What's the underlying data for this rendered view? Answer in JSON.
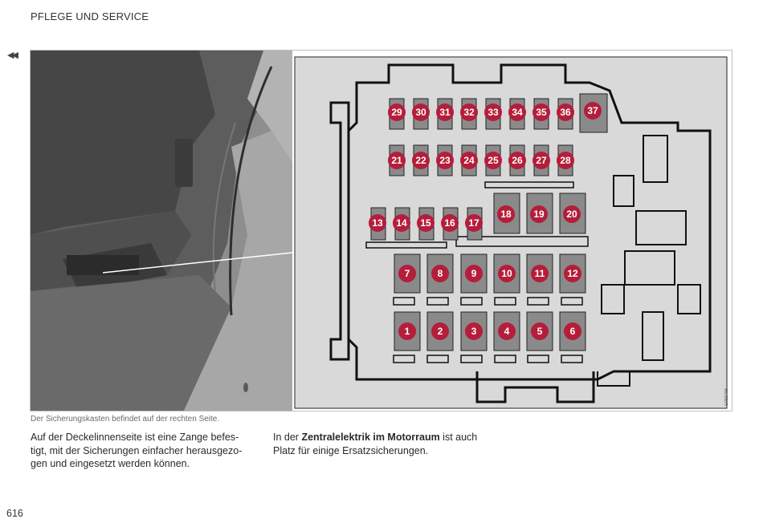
{
  "header": {
    "section_title": "PFLEGE UND SERVICE",
    "back_icon": "double-chevron-left-icon"
  },
  "figure": {
    "reference_code": "G055788",
    "fuse_numbers_row1": [
      "29",
      "30",
      "31",
      "32",
      "33",
      "34",
      "35",
      "36",
      "37"
    ],
    "fuse_numbers_row2": [
      "21",
      "22",
      "23",
      "24",
      "25",
      "26",
      "27",
      "28"
    ],
    "fuse_numbers_row3_small": [
      "13",
      "14",
      "15",
      "16",
      "17"
    ],
    "fuse_numbers_row3_large": [
      "18",
      "19",
      "20"
    ],
    "fuse_numbers_row4": [
      "7",
      "8",
      "9",
      "10",
      "11",
      "12"
    ],
    "fuse_numbers_row5": [
      "1",
      "2",
      "3",
      "4",
      "5",
      "6"
    ],
    "colors": {
      "marker": "#b41e3a",
      "fuse": "#8a8a8a",
      "box_bg": "#d9d9d9"
    }
  },
  "caption": "Der Sicherungskasten befindet auf der rechten Seite.",
  "left_paragraph": "Auf der Deckelinnenseite ist eine Zange befes­tigt, mit der Sicherungen einfacher herausgezo­gen und eingesetzt werden können.",
  "right_paragraph": {
    "before": "In der ",
    "bold": "Zentralelektrik im Motorraum",
    "after": " ist auch Platz für einige Ersatzsicherungen."
  },
  "page_number": "616"
}
